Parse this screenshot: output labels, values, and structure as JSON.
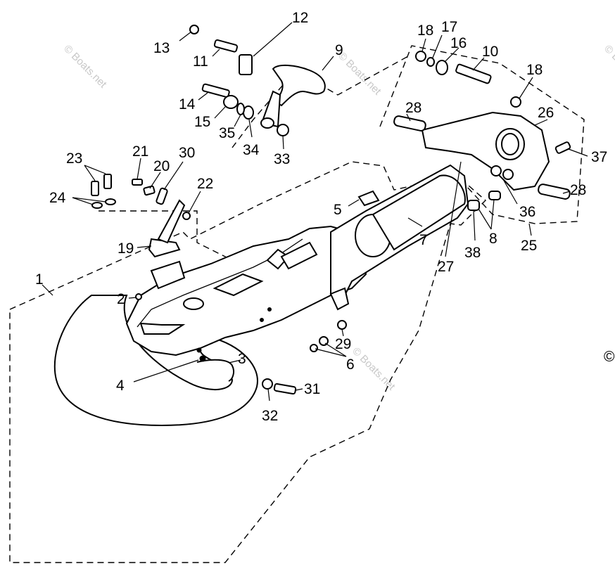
{
  "diagram": {
    "callouts": [
      "1",
      "2",
      "3",
      "4",
      "5",
      "6",
      "7",
      "8",
      "9",
      "10",
      "11",
      "12",
      "13",
      "14",
      "15",
      "16",
      "17",
      "18",
      "18",
      "19",
      "20",
      "21",
      "22",
      "23",
      "24",
      "25",
      "26",
      "27",
      "28",
      "28",
      "29",
      "30",
      "31",
      "32",
      "33",
      "34",
      "35",
      "36",
      "37",
      "38"
    ],
    "watermark": "© Boats.net",
    "copyright_mark": "©"
  }
}
